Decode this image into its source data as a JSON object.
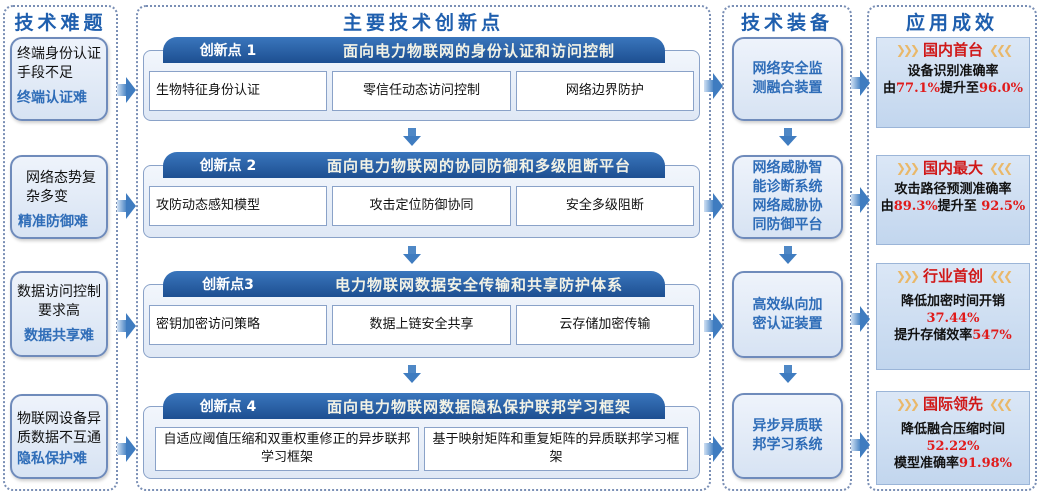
{
  "columns": {
    "problems": "技术难题",
    "innovations": "主要技术创新点",
    "equipment": "技术装备",
    "results": "应用成效"
  },
  "problems": [
    {
      "text": "终端身份认证手段不足",
      "highlight": "终端认证难"
    },
    {
      "text": "网络态势复杂多变",
      "highlight": "精准防御难"
    },
    {
      "text": "数据访问控制要求高",
      "highlight": "数据共享难"
    },
    {
      "text": "物联网设备异质数据不互通",
      "highlight": "隐私保护难"
    }
  ],
  "innovations": [
    {
      "num": "创新点 1",
      "title": "面向电力物联网的身份认证和访问控制",
      "items": [
        "生物特征身份认证",
        "零信任动态访问控制",
        "网络边界防护"
      ]
    },
    {
      "num": "创新点 2",
      "title": "面向电力物联网的协同防御和多级阻断平台",
      "items": [
        "攻防动态感知模型",
        "攻击定位防御协同",
        "安全多级阻断"
      ]
    },
    {
      "num": "创新点3",
      "title": "电力物联网数据安全传输和共享防护体系",
      "items": [
        "密钥加密访问策略",
        "数据上链安全共享",
        "云存储加密传输"
      ]
    },
    {
      "num": "创新点 4",
      "title": "面向电力物联网数据隐私保护联邦学习框架",
      "items": [
        "自适应阈值压缩和双重权重修正的异步联邦学习框架",
        "基于映射矩阵和重复矩阵的异质联邦学习框架"
      ]
    }
  ],
  "equipment": [
    "网络安全监测融合装置",
    "网络威胁智能诊断系统 网络威胁协同防御平台",
    "高效纵向加密认证装置",
    "异步异质联邦学习系统"
  ],
  "results": [
    {
      "badge": "国内首台",
      "l1": "设备识别准确率",
      "l2a": "由",
      "v1": "77.1%",
      "l2b": "提升至",
      "v2": "96.0%"
    },
    {
      "badge": "国内最大",
      "l1": "攻击路径预测准确率",
      "l2a": "由",
      "v1": "89.3%",
      "l2b": "提升至 ",
      "v2": "92.5%"
    },
    {
      "badge": "行业首创",
      "l1": "降低加密时间开销",
      "v1": "37.44%",
      "l3": "提升存储效率",
      "v2": "547%"
    },
    {
      "badge": "国际领先",
      "l1": "降低融合压缩时间",
      "v1": "52.22%",
      "l3": "模型准确率",
      "v2": "91.98%"
    }
  ],
  "colors": {
    "accent": "#1f5fae",
    "header": "#1d4f91",
    "highlight": "#e01b1b"
  }
}
